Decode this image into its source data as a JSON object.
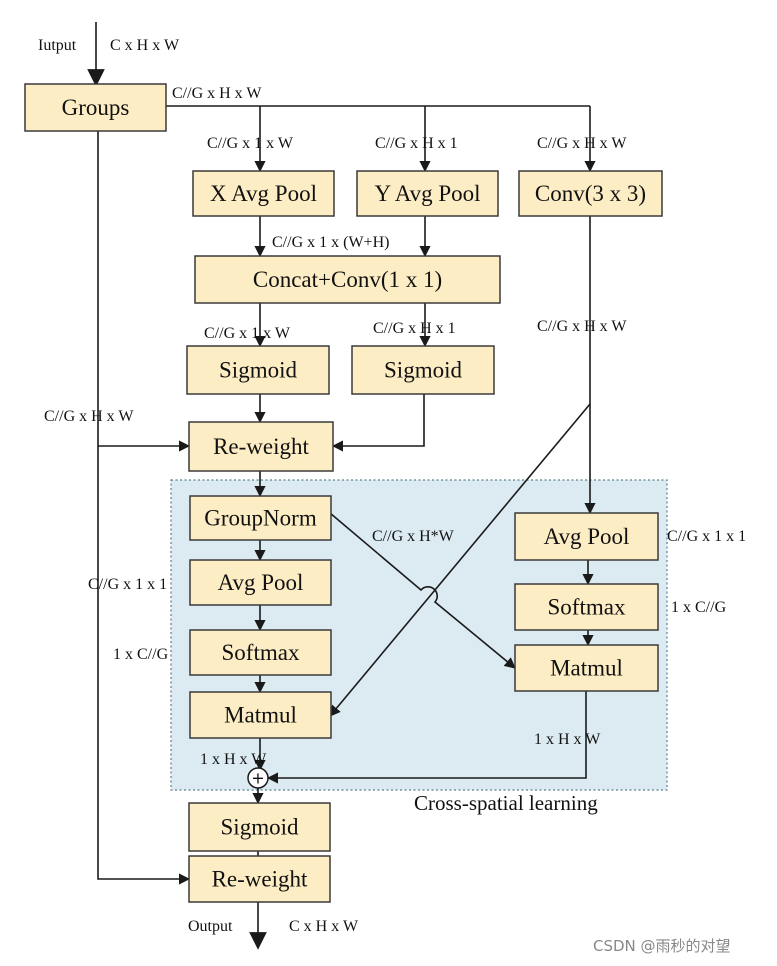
{
  "nodes": {
    "groups": "Groups",
    "x_avg_pool": "X Avg Pool",
    "y_avg_pool": "Y Avg Pool",
    "conv3": "Conv(3 x 3)",
    "concat_conv": "Concat+Conv(1 x 1)",
    "sigmoid_left": "Sigmoid",
    "sigmoid_right": "Sigmoid",
    "reweight_top": "Re-weight",
    "groupnorm": "GroupNorm",
    "avgpool_left": "Avg Pool",
    "softmax_left": "Softmax",
    "matmul_left": "Matmul",
    "avgpool_right": "Avg Pool",
    "softmax_right": "Softmax",
    "matmul_right": "Matmul",
    "sigmoid_bottom": "Sigmoid",
    "reweight_bottom": "Re-weight",
    "add": "+"
  },
  "labels": {
    "input": "Iutput",
    "input_shape": "C x H x W",
    "groups_out": "C//G x H x W",
    "to_xpool": "C//G x 1 x W",
    "to_ypool": "C//G x H x 1",
    "to_conv": "C//G x H x W",
    "concat_shape": "C//G x 1 x (W+H)",
    "split_left": "C//G x 1 x W",
    "split_right": "C//G x H x 1",
    "conv_out": "C//G x H x W",
    "skip_shape": "C//G x H x W",
    "cross_hw": "C//G x H*W",
    "right_pool_shape": "C//G x 1 x 1",
    "right_softmax_shape": "1 x C//G",
    "left_pool_shape": "C//G x 1 x 1",
    "left_softmax_shape": "1 x C//G",
    "left_matmul_out": "1 x H x W",
    "right_matmul_out": "1 x H x W",
    "output": "Output",
    "output_shape": "C x H x W"
  },
  "region_label": "Cross-spatial learning",
  "watermark": "CSDN @雨秒的对望",
  "colors": {
    "box_fill": "#fdedc4",
    "region_fill": "#dcebf1",
    "stroke": "#1a1a1a"
  }
}
